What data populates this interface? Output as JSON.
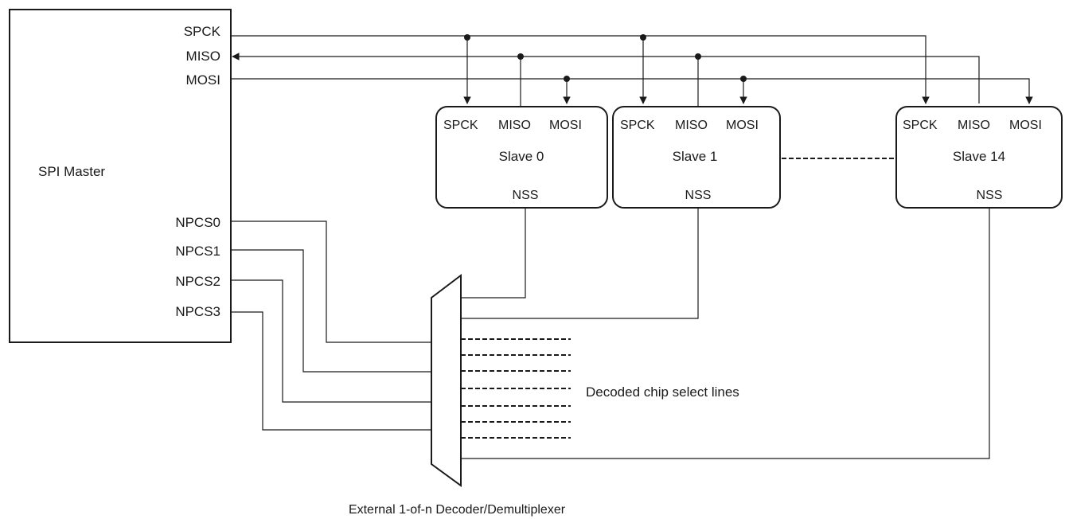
{
  "master": {
    "title": "SPI Master",
    "pins": {
      "spck": "SPCK",
      "miso": "MISO",
      "mosi": "MOSI",
      "npcs0": "NPCS0",
      "npcs1": "NPCS1",
      "npcs2": "NPCS2",
      "npcs3": "NPCS3"
    }
  },
  "slaves": [
    {
      "name": "Slave 0",
      "pin_spck": "SPCK",
      "pin_miso": "MISO",
      "pin_mosi": "MOSI",
      "pin_nss": "NSS"
    },
    {
      "name": "Slave 1",
      "pin_spck": "SPCK",
      "pin_miso": "MISO",
      "pin_mosi": "MOSI",
      "pin_nss": "NSS"
    },
    {
      "name": "Slave 14",
      "pin_spck": "SPCK",
      "pin_miso": "MISO",
      "pin_mosi": "MOSI",
      "pin_nss": "NSS"
    }
  ],
  "decoder": {
    "caption": "External 1-of-n Decoder/Demultiplexer",
    "outputs_label": "Decoded chip select lines"
  }
}
